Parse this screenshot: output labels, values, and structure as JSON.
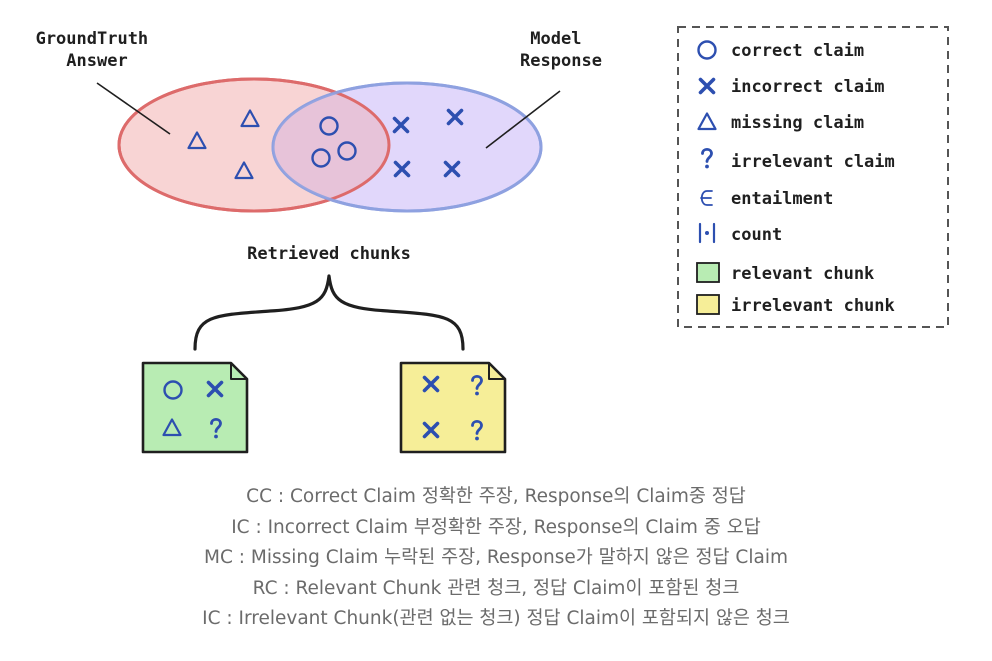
{
  "labels": {
    "ground_truth": [
      "GroundTruth",
      "Answer"
    ],
    "model_response": [
      "Model",
      "Response"
    ],
    "retrieved_chunks": "Retrieved chunks"
  },
  "legend": {
    "items": [
      {
        "icon": "circle-icon",
        "label": "correct claim"
      },
      {
        "icon": "x-icon",
        "label": "incorrect claim"
      },
      {
        "icon": "triangle-icon",
        "label": "missing claim"
      },
      {
        "icon": "question-icon",
        "label": "irrelevant claim"
      },
      {
        "icon": "element-of-icon",
        "label": "entailment"
      },
      {
        "icon": "count-bars-icon",
        "label": "count"
      },
      {
        "icon": "green-square-icon",
        "label": "relevant chunk"
      },
      {
        "icon": "yellow-square-icon",
        "label": "irrelevant chunk"
      }
    ]
  },
  "glossary": [
    "CC : Correct Claim 정확한 주장, Response의 Claim중 정답",
    "IC : Incorrect Claim 부정확한 주장, Response의 Claim 중 오답",
    "MC : Missing Claim 누락된 주장, Response가 말하지 않은 정답 Claim",
    "RC : Relevant Chunk 관련 청크, 정답 Claim이 포함된 청크",
    "IC : Irrelevant Chunk(관련 없는 청크) 정답 Claim이 포함되지 않은 청크"
  ],
  "colors": {
    "symbol_blue": "#2d4fb0",
    "gt_fill": "#f8d4d4",
    "gt_stroke": "#dd6b6b",
    "resp_fill": "#e1d7fb",
    "resp_stroke": "#8ea1e0",
    "overlap_fill": "#e7c3d9",
    "relevant_chunk": "#b8ecb3",
    "irrelevant_chunk": "#f6ee98",
    "ink": "#1f1f1f"
  }
}
